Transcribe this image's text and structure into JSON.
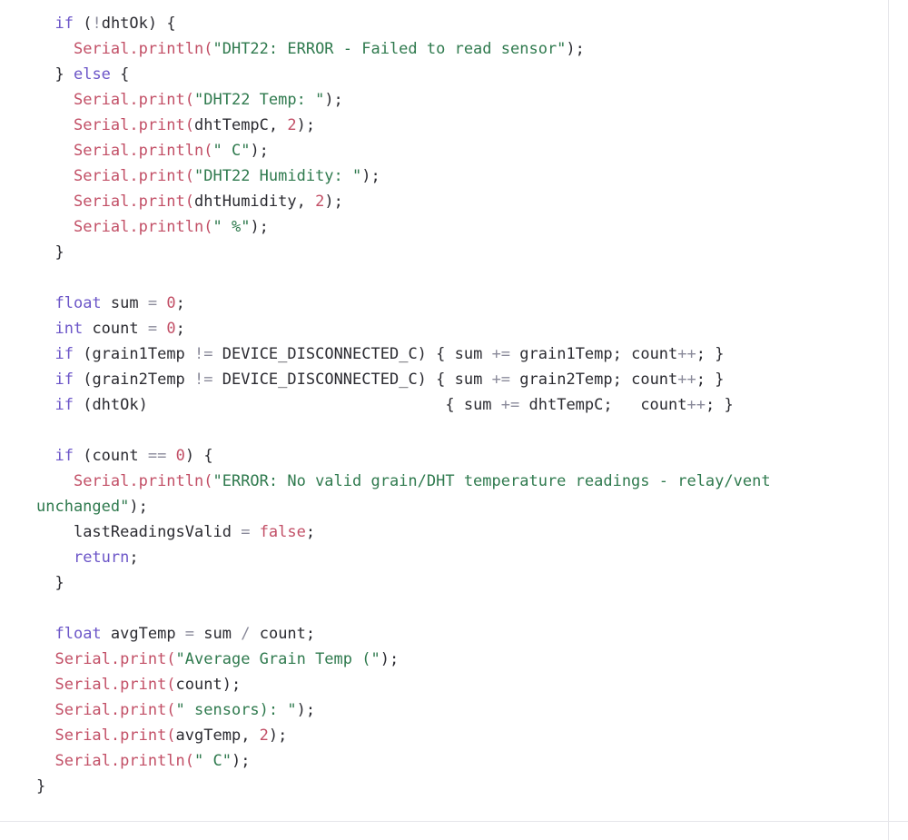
{
  "colors": {
    "background": "#ffffff",
    "keyword": "#6c56c8",
    "function": "#c24f66",
    "string": "#2f7a4e",
    "number": "#c24f66",
    "operator": "#8a8a9a",
    "text": "#2b2b31"
  },
  "code": {
    "lines": [
      {
        "indent": 1,
        "tokens": [
          {
            "t": "if",
            "c": "kw"
          },
          {
            "t": " (",
            "c": "txt"
          },
          {
            "t": "!",
            "c": "op"
          },
          {
            "t": "dhtOk) {",
            "c": "txt"
          }
        ]
      },
      {
        "indent": 2,
        "tokens": [
          {
            "t": "Serial.println(",
            "c": "fn"
          },
          {
            "t": "\"DHT22: ERROR - Failed to read sensor\"",
            "c": "str"
          },
          {
            "t": ");",
            "c": "txt"
          }
        ]
      },
      {
        "indent": 1,
        "tokens": [
          {
            "t": "} ",
            "c": "txt"
          },
          {
            "t": "else",
            "c": "kw"
          },
          {
            "t": " {",
            "c": "txt"
          }
        ]
      },
      {
        "indent": 2,
        "tokens": [
          {
            "t": "Serial.print(",
            "c": "fn"
          },
          {
            "t": "\"DHT22 Temp: \"",
            "c": "str"
          },
          {
            "t": ");",
            "c": "txt"
          }
        ]
      },
      {
        "indent": 2,
        "tokens": [
          {
            "t": "Serial.print(",
            "c": "fn"
          },
          {
            "t": "dhtTempC, ",
            "c": "txt"
          },
          {
            "t": "2",
            "c": "num"
          },
          {
            "t": ");",
            "c": "txt"
          }
        ]
      },
      {
        "indent": 2,
        "tokens": [
          {
            "t": "Serial.println(",
            "c": "fn"
          },
          {
            "t": "\" C\"",
            "c": "str"
          },
          {
            "t": ");",
            "c": "txt"
          }
        ]
      },
      {
        "indent": 2,
        "tokens": [
          {
            "t": "Serial.print(",
            "c": "fn"
          },
          {
            "t": "\"DHT22 Humidity: \"",
            "c": "str"
          },
          {
            "t": ");",
            "c": "txt"
          }
        ]
      },
      {
        "indent": 2,
        "tokens": [
          {
            "t": "Serial.print(",
            "c": "fn"
          },
          {
            "t": "dhtHumidity, ",
            "c": "txt"
          },
          {
            "t": "2",
            "c": "num"
          },
          {
            "t": ");",
            "c": "txt"
          }
        ]
      },
      {
        "indent": 2,
        "tokens": [
          {
            "t": "Serial.println(",
            "c": "fn"
          },
          {
            "t": "\" %\"",
            "c": "str"
          },
          {
            "t": ");",
            "c": "txt"
          }
        ]
      },
      {
        "indent": 1,
        "tokens": [
          {
            "t": "}",
            "c": "txt"
          }
        ]
      },
      {
        "indent": 0,
        "tokens": []
      },
      {
        "indent": 1,
        "tokens": [
          {
            "t": "float",
            "c": "kw"
          },
          {
            "t": " sum ",
            "c": "txt"
          },
          {
            "t": "=",
            "c": "op"
          },
          {
            "t": " ",
            "c": "txt"
          },
          {
            "t": "0",
            "c": "num"
          },
          {
            "t": ";",
            "c": "txt"
          }
        ]
      },
      {
        "indent": 1,
        "tokens": [
          {
            "t": "int",
            "c": "kw"
          },
          {
            "t": " count ",
            "c": "txt"
          },
          {
            "t": "=",
            "c": "op"
          },
          {
            "t": " ",
            "c": "txt"
          },
          {
            "t": "0",
            "c": "num"
          },
          {
            "t": ";",
            "c": "txt"
          }
        ]
      },
      {
        "indent": 1,
        "tokens": [
          {
            "t": "if",
            "c": "kw"
          },
          {
            "t": " (grain1Temp ",
            "c": "txt"
          },
          {
            "t": "!=",
            "c": "op"
          },
          {
            "t": " DEVICE_DISCONNECTED_C) { sum ",
            "c": "txt"
          },
          {
            "t": "+=",
            "c": "op"
          },
          {
            "t": " grain1Temp; count",
            "c": "txt"
          },
          {
            "t": "++",
            "c": "op"
          },
          {
            "t": "; }",
            "c": "txt"
          }
        ]
      },
      {
        "indent": 1,
        "tokens": [
          {
            "t": "if",
            "c": "kw"
          },
          {
            "t": " (grain2Temp ",
            "c": "txt"
          },
          {
            "t": "!=",
            "c": "op"
          },
          {
            "t": " DEVICE_DISCONNECTED_C) { sum ",
            "c": "txt"
          },
          {
            "t": "+=",
            "c": "op"
          },
          {
            "t": " grain2Temp; count",
            "c": "txt"
          },
          {
            "t": "++",
            "c": "op"
          },
          {
            "t": "; }",
            "c": "txt"
          }
        ]
      },
      {
        "indent": 1,
        "tokens": [
          {
            "t": "if",
            "c": "kw"
          },
          {
            "t": " (dhtOk)                                { sum ",
            "c": "txt"
          },
          {
            "t": "+=",
            "c": "op"
          },
          {
            "t": " dhtTempC;   count",
            "c": "txt"
          },
          {
            "t": "++",
            "c": "op"
          },
          {
            "t": "; }",
            "c": "txt"
          }
        ]
      },
      {
        "indent": 0,
        "tokens": []
      },
      {
        "indent": 1,
        "tokens": [
          {
            "t": "if",
            "c": "kw"
          },
          {
            "t": " (count ",
            "c": "txt"
          },
          {
            "t": "==",
            "c": "op"
          },
          {
            "t": " ",
            "c": "txt"
          },
          {
            "t": "0",
            "c": "num"
          },
          {
            "t": ") {",
            "c": "txt"
          }
        ]
      },
      {
        "indent": 2,
        "tokens": [
          {
            "t": "Serial.println(",
            "c": "fn"
          },
          {
            "t": "\"ERROR: No valid grain/DHT temperature readings - relay/vent",
            "c": "str"
          }
        ]
      },
      {
        "indent": 0,
        "tokens": [
          {
            "t": "unchanged\"",
            "c": "str"
          },
          {
            "t": ");",
            "c": "txt"
          }
        ]
      },
      {
        "indent": 2,
        "tokens": [
          {
            "t": "lastReadingsValid ",
            "c": "txt"
          },
          {
            "t": "=",
            "c": "op"
          },
          {
            "t": " ",
            "c": "txt"
          },
          {
            "t": "false",
            "c": "fn"
          },
          {
            "t": ";",
            "c": "txt"
          }
        ]
      },
      {
        "indent": 2,
        "tokens": [
          {
            "t": "return",
            "c": "kw"
          },
          {
            "t": ";",
            "c": "txt"
          }
        ]
      },
      {
        "indent": 1,
        "tokens": [
          {
            "t": "}",
            "c": "txt"
          }
        ]
      },
      {
        "indent": 0,
        "tokens": []
      },
      {
        "indent": 1,
        "tokens": [
          {
            "t": "float",
            "c": "kw"
          },
          {
            "t": " avgTemp ",
            "c": "txt"
          },
          {
            "t": "=",
            "c": "op"
          },
          {
            "t": " sum ",
            "c": "txt"
          },
          {
            "t": "/",
            "c": "op"
          },
          {
            "t": " count;",
            "c": "txt"
          }
        ]
      },
      {
        "indent": 1,
        "tokens": [
          {
            "t": "Serial.print(",
            "c": "fn"
          },
          {
            "t": "\"Average Grain Temp (\"",
            "c": "str"
          },
          {
            "t": ");",
            "c": "txt"
          }
        ]
      },
      {
        "indent": 1,
        "tokens": [
          {
            "t": "Serial.print(",
            "c": "fn"
          },
          {
            "t": "count);",
            "c": "txt"
          }
        ]
      },
      {
        "indent": 1,
        "tokens": [
          {
            "t": "Serial.print(",
            "c": "fn"
          },
          {
            "t": "\" sensors): \"",
            "c": "str"
          },
          {
            "t": ");",
            "c": "txt"
          }
        ]
      },
      {
        "indent": 1,
        "tokens": [
          {
            "t": "Serial.print(",
            "c": "fn"
          },
          {
            "t": "avgTemp, ",
            "c": "txt"
          },
          {
            "t": "2",
            "c": "num"
          },
          {
            "t": ");",
            "c": "txt"
          }
        ]
      },
      {
        "indent": 1,
        "tokens": [
          {
            "t": "Serial.println(",
            "c": "fn"
          },
          {
            "t": "\" C\"",
            "c": "str"
          },
          {
            "t": ");",
            "c": "txt"
          }
        ]
      },
      {
        "indent": 0,
        "tokens": [
          {
            "t": "}",
            "c": "txt"
          }
        ]
      }
    ]
  }
}
